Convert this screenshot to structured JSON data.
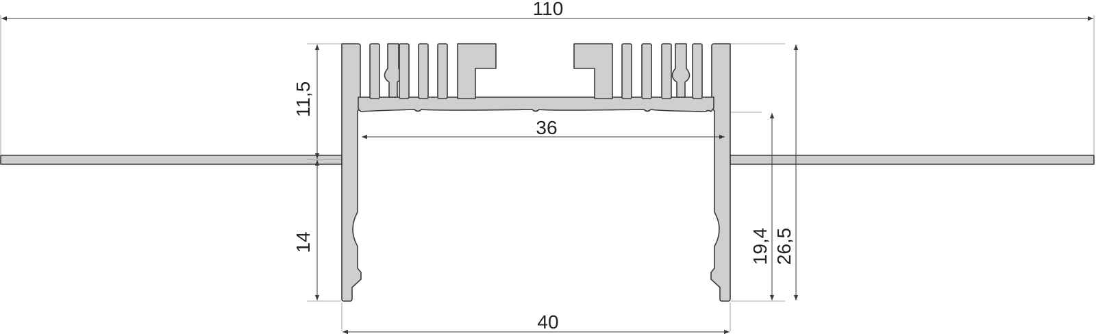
{
  "dimensions": {
    "overall_width": "110",
    "top_height": "11,5",
    "inner_width": "36",
    "bottom_height": "14",
    "inner_height": "19,4",
    "total_height": "26,5",
    "outer_width": "40"
  }
}
